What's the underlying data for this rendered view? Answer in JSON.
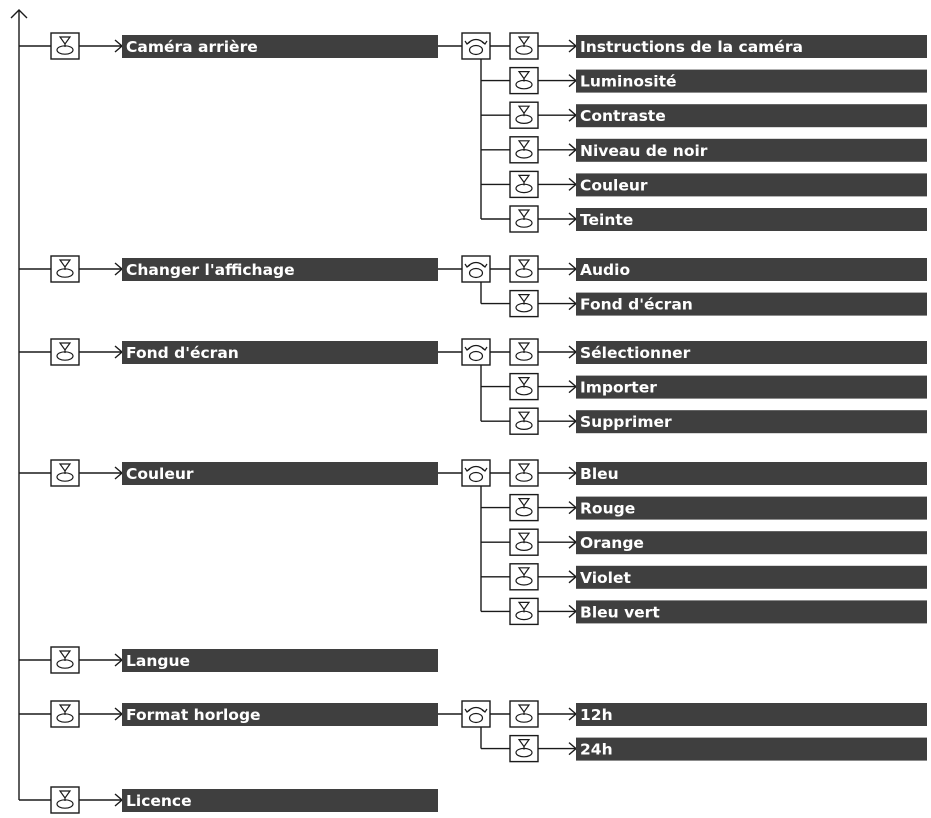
{
  "items": [
    {
      "label": "Caméra arrière",
      "children": [
        "Instructions de la caméra",
        "Luminosité",
        "Contraste",
        "Niveau de noir",
        "Couleur",
        "Teinte"
      ]
    },
    {
      "label": "Changer l'affichage",
      "children": [
        "Audio",
        "Fond d'écran"
      ]
    },
    {
      "label": "Fond d'écran",
      "children": [
        "Sélectionner",
        "Importer",
        "Supprimer"
      ]
    },
    {
      "label": "Couleur",
      "children": [
        "Bleu",
        "Rouge",
        "Orange",
        "Violet",
        "Bleu vert"
      ]
    },
    {
      "label": "Langue",
      "children": []
    },
    {
      "label": "Format horloge",
      "children": [
        "12h",
        "24h"
      ]
    },
    {
      "label": "Licence",
      "children": []
    }
  ],
  "colors": {
    "bar": "#3f3f3f",
    "line": "#1a1a1a",
    "text": "#ffffff"
  },
  "icons": {
    "select": "press-knob-icon",
    "rotate": "rotate-knob-icon"
  }
}
